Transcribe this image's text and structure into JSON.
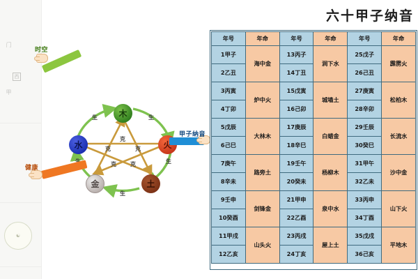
{
  "title": "六十甲子纳音",
  "table": {
    "headers": [
      "年号",
      "年命",
      "年号",
      "年命",
      "年号",
      "年命"
    ],
    "block_a": {
      "years": [
        "1甲子",
        "2乙丑",
        "3丙寅",
        "4丁卯",
        "5戊辰",
        "6己巳",
        "7庚午",
        "8辛未",
        "9壬申",
        "10癸酉",
        "11甲戌",
        "12乙亥"
      ],
      "mings": [
        "海中金",
        "炉中火",
        "大林木",
        "路旁土",
        "剑锋金",
        "山头火"
      ]
    },
    "block_b": {
      "years": [
        "13丙子",
        "14丁丑",
        "15戊寅",
        "16己卯",
        "17庚辰",
        "18辛巳",
        "19壬午",
        "20癸未",
        "21甲申",
        "22乙酉",
        "23丙戌",
        "24丁亥"
      ],
      "mings": [
        "涧下水",
        "城墙土",
        "白蜡金",
        "杨柳木",
        "泉中水",
        "屋上土"
      ]
    },
    "block_c": {
      "years": [
        "25戊子",
        "26己丑",
        "27庚寅",
        "28辛卯",
        "29壬辰",
        "30癸巳",
        "31甲午",
        "32乙未",
        "33丙申",
        "34丁酉",
        "35戊戌",
        "36己亥"
      ],
      "mings": [
        "霹雳火",
        "松柏木",
        "长流水",
        "沙中金",
        "山下火",
        "平地木"
      ]
    }
  },
  "wuxing": {
    "nodes": [
      {
        "label": "木",
        "kind": "wood",
        "color": "#3f8b25"
      },
      {
        "label": "火",
        "kind": "fire",
        "color": "#d2431f"
      },
      {
        "label": "土",
        "kind": "earth",
        "color": "#8a3d1c"
      },
      {
        "label": "金",
        "kind": "metal",
        "color": "#cfc8c5"
      },
      {
        "label": "水",
        "kind": "water",
        "color": "#2336bb"
      }
    ],
    "sheng_labels": [
      "生",
      "生",
      "生",
      "生",
      "生"
    ],
    "ke_labels": [
      "克",
      "克",
      "克",
      "克",
      "克"
    ],
    "sheng_color": "#7ec24f",
    "ke_color": "#c99a3c"
  },
  "callouts": [
    {
      "name": "time-space",
      "text": "时空",
      "color": "#8cc63f",
      "text_color": "#3f7a12"
    },
    {
      "name": "health",
      "text": "健康",
      "color": "#ef7722",
      "text_color": "#b84f0c"
    },
    {
      "name": "jiazi-nayin",
      "text": "甲子纳音",
      "color": "#1f8ed6",
      "text_color": "#12497f"
    }
  ],
  "left_panel": {
    "glyph_top": "西",
    "marks": [
      "门",
      "甲"
    ]
  }
}
